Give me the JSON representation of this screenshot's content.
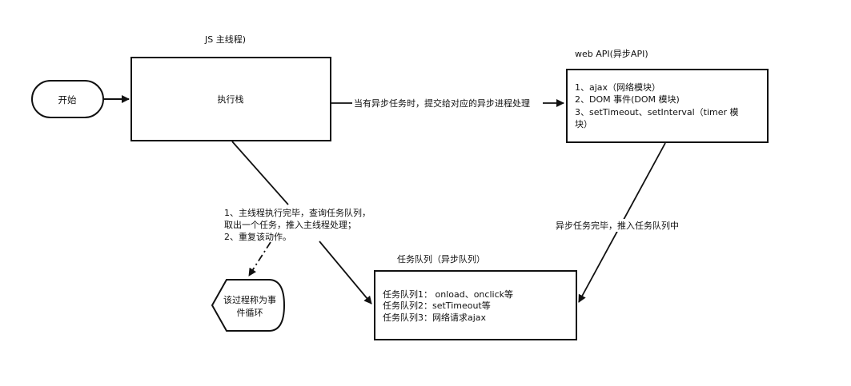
{
  "diagram": {
    "start_label": "开始",
    "js_thread_label": "JS 主线程)",
    "exec_stack_label": "执行栈",
    "arrow_to_webapi_label": "当有异步任务时，提交给对应的异步进程处理",
    "webapi_title": "web API(异步API)",
    "webapi_lines": [
      "1、ajax（网络模块）",
      "2、DOM 事件(DOM 模块)",
      "3、setTimeout、setInterval（timer 模",
      "块）"
    ],
    "webapi_done_label": "异步任务完毕，推入任务队列中",
    "main_thread_note": [
      "1、主线程执行完毕，查询任务队列，",
      "取出一个任务，推入主线程处理；",
      "2、重复该动作。"
    ],
    "event_loop_lines": [
      "该过程称为事",
      "件循环"
    ],
    "queue_title": "任务队列（异步队列）",
    "queue_lines": [
      "任务队列1： onload、onclick等",
      "任务队列2：setTimeout等",
      "任务队列3：网络请求ajax"
    ]
  },
  "colors": {
    "stroke": "#111111",
    "background": "#ffffff",
    "text": "#111111"
  }
}
